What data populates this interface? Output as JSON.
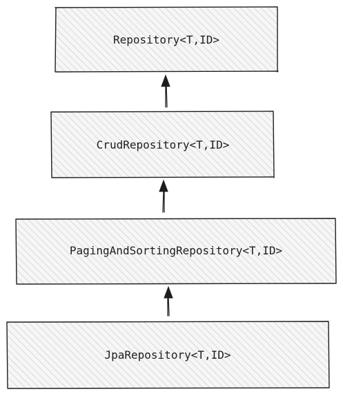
{
  "diagram": {
    "nodes": [
      {
        "id": "repository",
        "label": "Repository<T,ID>"
      },
      {
        "id": "crud-repository",
        "label": "CrudRepository<T,ID>"
      },
      {
        "id": "paging-and-sorting-repository",
        "label": "PagingAndSortingRepository<T,ID>"
      },
      {
        "id": "jpa-repository",
        "label": "JpaRepository<T,ID>"
      }
    ],
    "edges": [
      {
        "from": "crud-repository",
        "to": "repository"
      },
      {
        "from": "paging-and-sorting-repository",
        "to": "crud-repository"
      },
      {
        "from": "jpa-repository",
        "to": "paging-and-sorting-repository"
      }
    ],
    "colors": {
      "stroke": "#1e1e1e",
      "hatch": "#b8b8b8",
      "fill": "#f4f4f4"
    }
  }
}
